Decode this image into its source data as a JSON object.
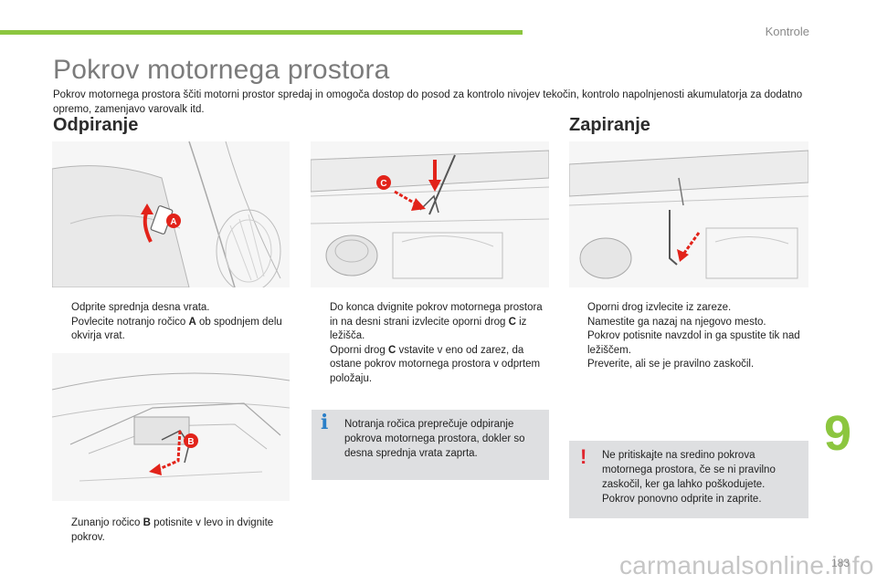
{
  "header": {
    "section": "Kontrole",
    "accent_color": "#8cc63f"
  },
  "title": "Pokrov motornega prostora",
  "intro": "Pokrov motornega prostora ščiti motorni prostor spredaj in omogoča dostop do posod za kontrolo nivojev tekočin, kontrolo napolnjenosti akumulatorja za dodatno opremo, zamenjavo varovalk itd.",
  "opening": {
    "heading": "Odpiranje",
    "figure_a_callout": "A",
    "figure_c_callout": "C",
    "figure_b_callout": "B",
    "steps_a": [
      {
        "pre": "Odprite sprednja desna vrata.",
        "bold": "",
        "post": ""
      },
      {
        "pre": "Povlecite notranjo ročico ",
        "bold": "A",
        "post": " ob spodnjem delu okvirja vrat."
      }
    ],
    "steps_c": [
      {
        "pre": "Do konca dvignite pokrov motornega prostora in na desni strani izvlecite oporni drog ",
        "bold": "C",
        "post": " iz ležišča."
      },
      {
        "pre": "Oporni drog ",
        "bold": "C",
        "post": " vstavite v eno od zarez, da ostane pokrov motornega prostora v odprtem položaju."
      }
    ],
    "steps_b": [
      {
        "pre": "Zunanjo ročico ",
        "bold": "B",
        "post": " potisnite v levo in dvignite pokrov."
      }
    ],
    "info_note": "Notranja ročica preprečuje odpiranje pokrova motornega prostora, dokler so desna sprednja vrata zaprta."
  },
  "closing": {
    "heading": "Zapiranje",
    "steps": [
      "Oporni drog izvlecite iz zareze.",
      "Namestite ga nazaj na njegovo mesto.",
      "Pokrov potisnite navzdol in ga spustite tik nad ležiščem.",
      "Preverite, ali se je pravilno zaskočil."
    ],
    "warning_note": "Ne pritiskajte na sredino pokrova motornega prostora, če se ni pravilno zaskočil, ker ga lahko poškodujete. Pokrov ponovno odprite in zaprite."
  },
  "icons": {
    "bullet": "",
    "info": "i",
    "warning": "!"
  },
  "chapter_number": "9",
  "page_number": "183",
  "watermark": "carmanualsonline.info"
}
